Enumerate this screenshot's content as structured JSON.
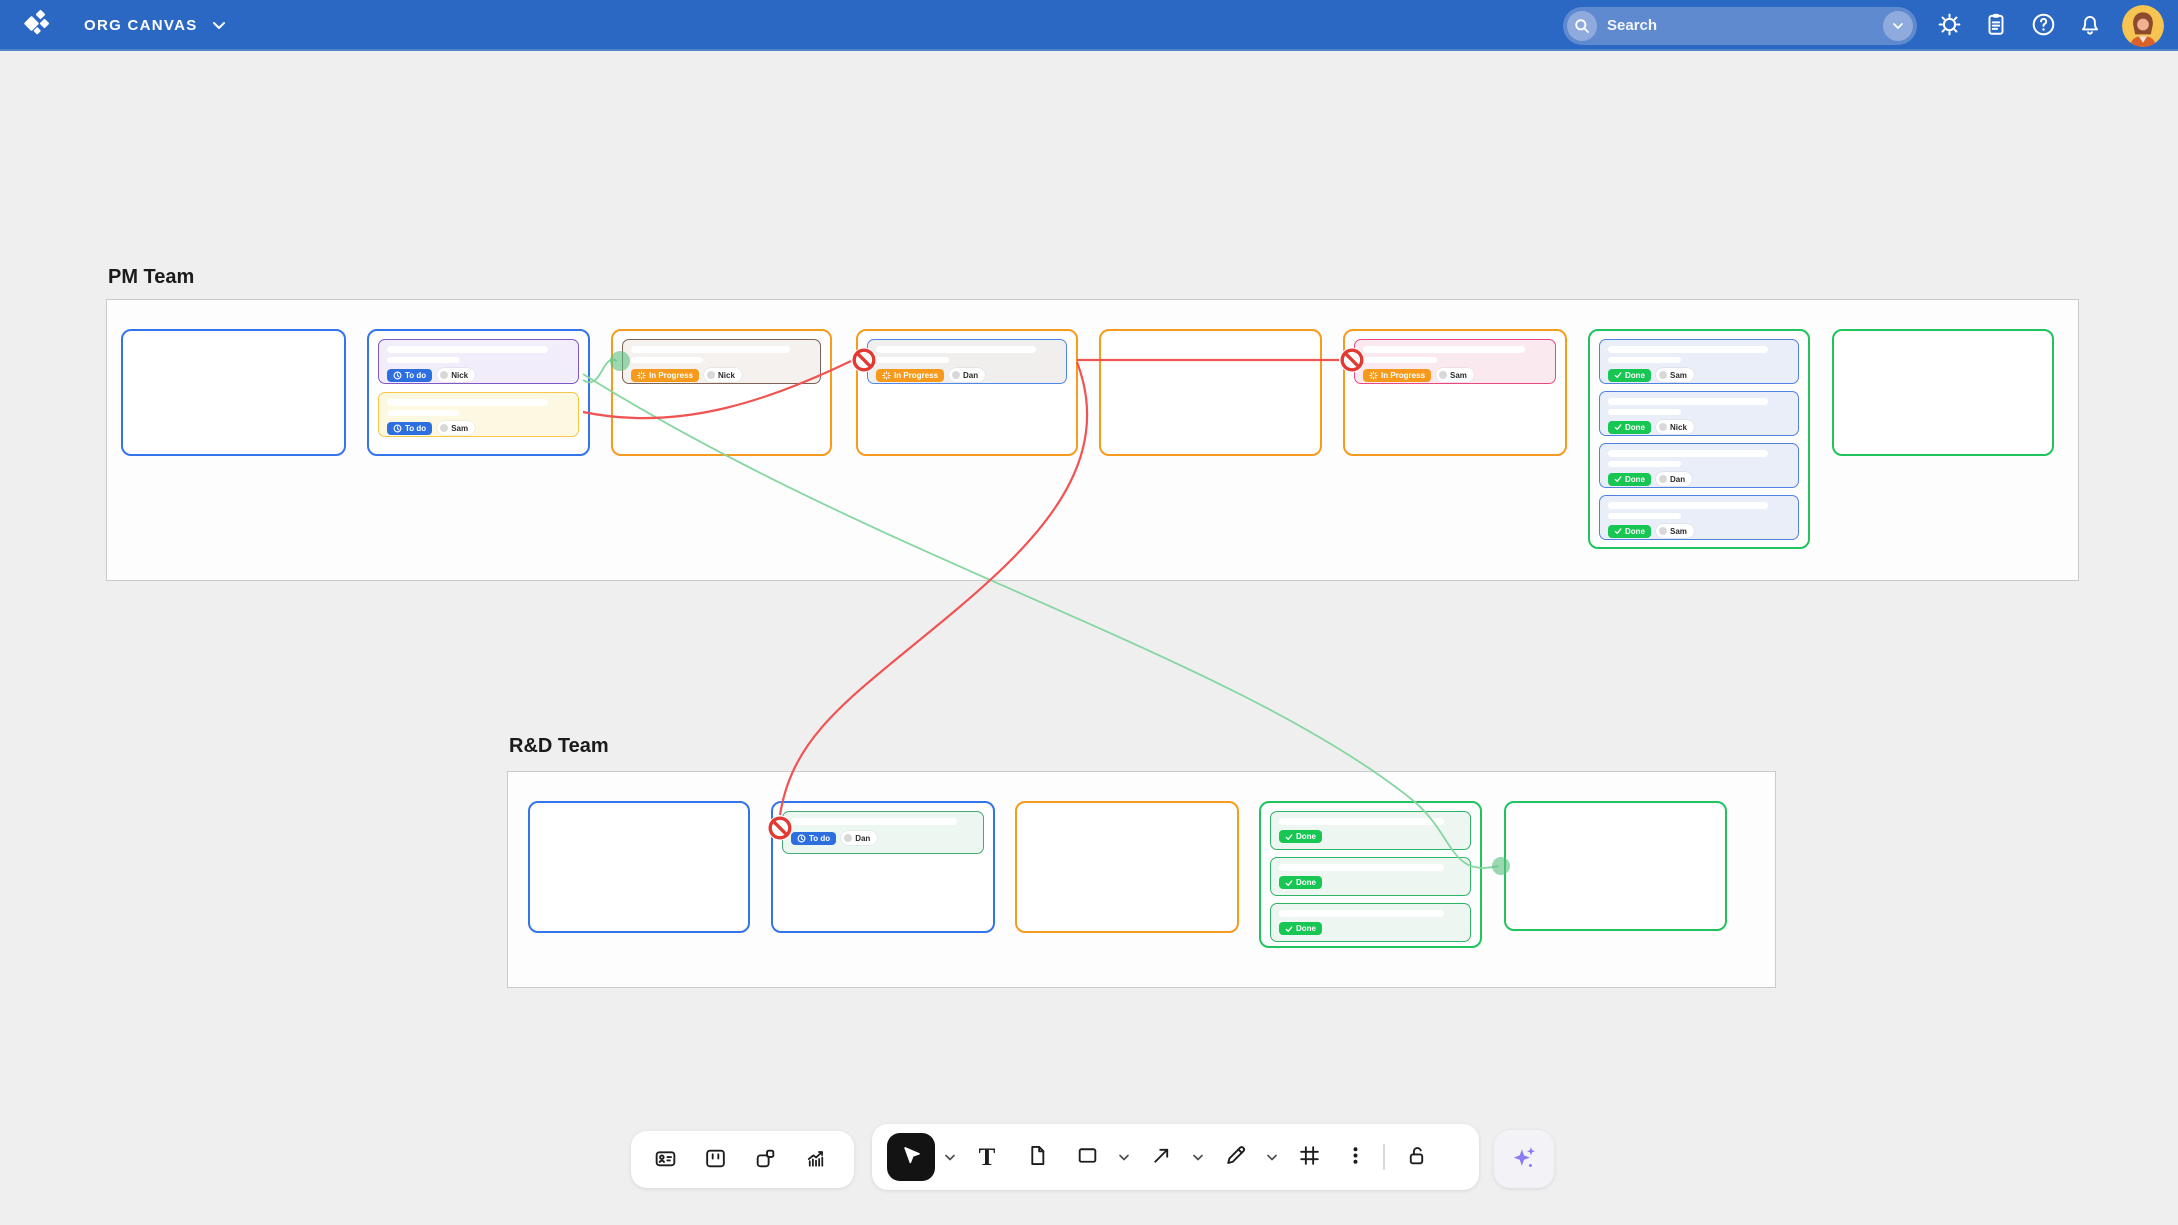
{
  "header": {
    "app_title": "ORG CANVAS",
    "search_placeholder": "Search",
    "icons": [
      "settings-gear",
      "clipboard",
      "help",
      "notifications-bell",
      "user-avatar"
    ]
  },
  "sections": [
    {
      "label": "PM Team",
      "boxes": [
        {
          "border": "blue",
          "cards": []
        },
        {
          "border": "blue",
          "cards": [
            {
              "style": "purple",
              "status": "To do",
              "assignee": "Nick"
            },
            {
              "style": "yellow",
              "status": "To do",
              "assignee": "Sam"
            }
          ]
        },
        {
          "border": "orange",
          "cards": [
            {
              "style": "taupe",
              "status": "In Progress",
              "assignee": "Nick"
            }
          ]
        },
        {
          "border": "orange",
          "cards": [
            {
              "style": "blue",
              "status": "In Progress",
              "assignee": "Dan"
            }
          ]
        },
        {
          "border": "orange",
          "cards": []
        },
        {
          "border": "orange",
          "cards": [
            {
              "style": "pink",
              "status": "In Progress",
              "assignee": "Sam"
            }
          ]
        },
        {
          "border": "green",
          "cards": [
            {
              "style": "done",
              "status": "Done",
              "assignee": "Sam"
            },
            {
              "style": "done",
              "status": "Done",
              "assignee": "Nick"
            },
            {
              "style": "done",
              "status": "Done",
              "assignee": "Dan"
            },
            {
              "style": "done",
              "status": "Done",
              "assignee": "Sam"
            }
          ]
        },
        {
          "border": "green",
          "cards": []
        }
      ]
    },
    {
      "label": "R&D Team",
      "boxes": [
        {
          "border": "blue",
          "cards": []
        },
        {
          "border": "blue",
          "cards": [
            {
              "style": "green-todo",
              "status": "To do",
              "assignee": "Dan"
            }
          ]
        },
        {
          "border": "orange",
          "cards": []
        },
        {
          "border": "green",
          "cards": [
            {
              "style": "green-done",
              "status": "Done"
            },
            {
              "style": "green-done",
              "status": "Done"
            },
            {
              "style": "green-done",
              "status": "Done"
            }
          ]
        },
        {
          "border": "green",
          "cards": []
        }
      ]
    }
  ],
  "connections": [
    {
      "type": "allowed",
      "from": "PM To do card (Nick)",
      "to": "PM In Progress card (Nick)"
    },
    {
      "type": "allowed",
      "from": "PM To do card (Nick)",
      "to": "R&D empty green box"
    },
    {
      "type": "blocked",
      "from": "PM To do card (Sam)",
      "to": "PM In Progress card (Dan)"
    },
    {
      "type": "blocked",
      "from": "PM In Progress card (Dan)",
      "to": "PM In Progress card (Sam)"
    },
    {
      "type": "blocked",
      "from": "PM In Progress card (Dan)",
      "to": "R&D To do card (Dan)"
    }
  ],
  "toolbar": {
    "text_tool_glyph": "T",
    "active_tool": "select",
    "tools": [
      "contact-card",
      "kanban-board",
      "org-blocks",
      "analytics-chart",
      "select-cursor",
      "text",
      "document",
      "shape",
      "arrow",
      "pen",
      "grid",
      "more",
      "lock",
      "ai-assist"
    ]
  },
  "colors": {
    "header_blue": "#2b68c3",
    "canvas_bg": "#efeff0",
    "box_blue": "#3474ea",
    "box_orange": "#f79b1e",
    "box_green": "#1fc45f",
    "chip_todo": "#2e6fe0",
    "chip_inprogress": "#f79a1c",
    "chip_done": "#17c653",
    "connection_red": "#f15352",
    "connection_green": "#85d79f",
    "ai_accent": "#8b7af5"
  }
}
